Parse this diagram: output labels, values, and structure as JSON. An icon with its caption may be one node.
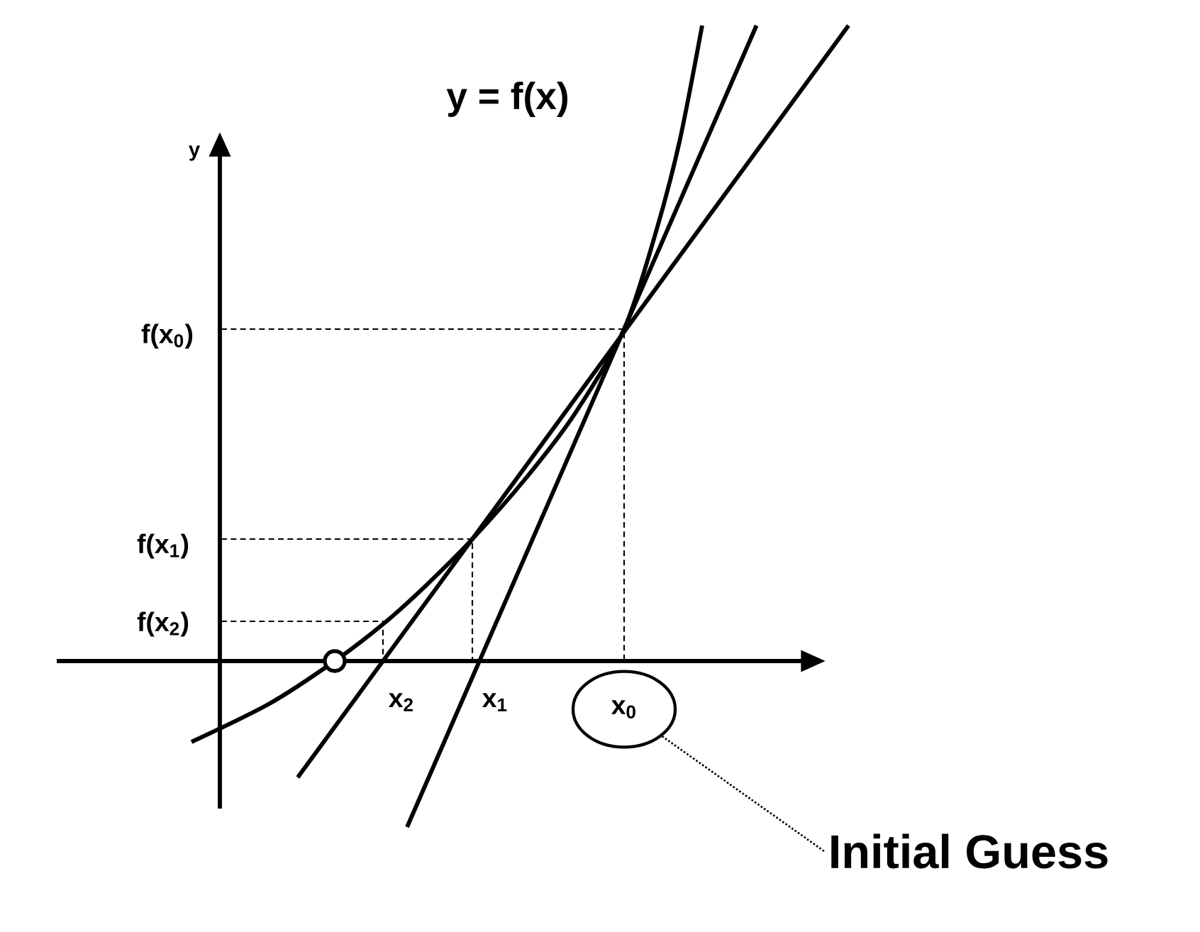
{
  "diagram": {
    "nodes": [
      {
        "text": [
          "x$_{0}$"
        ]
      },
      {
        "text": [
          "Initial Guess"
        ]
      }
    ],
    "edges": [
      {
        "from": 1,
        "to": 0,
        "arrow": "none",
        "style": "dashed"
      }
    ],
    "labels": [
      "y = f(x)",
      "y",
      "f(x$_{0}$)",
      "f(x$_{1}$)",
      "f(x$_{2}$)",
      "x$_{2}$",
      "x$_{1}$"
    ]
  }
}
